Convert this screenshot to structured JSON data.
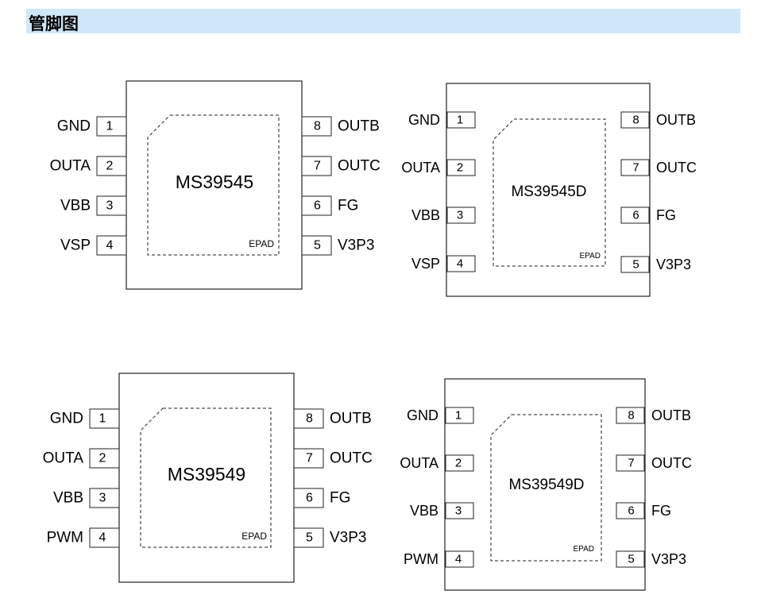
{
  "header": {
    "title": "管脚图"
  },
  "packages": [
    {
      "chip": "MS39545",
      "epad": "EPAD",
      "pins": [
        {
          "num": "1",
          "name": "GND"
        },
        {
          "num": "2",
          "name": "OUTA"
        },
        {
          "num": "3",
          "name": "VBB"
        },
        {
          "num": "4",
          "name": "VSP"
        },
        {
          "num": "5",
          "name": "V3P3"
        },
        {
          "num": "6",
          "name": "FG"
        },
        {
          "num": "7",
          "name": "OUTC"
        },
        {
          "num": "8",
          "name": "OUTB"
        }
      ]
    },
    {
      "chip": "MS39545D",
      "epad": "EPAD",
      "pins": [
        {
          "num": "1",
          "name": "GND"
        },
        {
          "num": "2",
          "name": "OUTA"
        },
        {
          "num": "3",
          "name": "VBB"
        },
        {
          "num": "4",
          "name": "VSP"
        },
        {
          "num": "5",
          "name": "V3P3"
        },
        {
          "num": "6",
          "name": "FG"
        },
        {
          "num": "7",
          "name": "OUTC"
        },
        {
          "num": "8",
          "name": "OUTB"
        }
      ]
    },
    {
      "chip": "MS39549",
      "epad": "EPAD",
      "pins": [
        {
          "num": "1",
          "name": "GND"
        },
        {
          "num": "2",
          "name": "OUTA"
        },
        {
          "num": "3",
          "name": "VBB"
        },
        {
          "num": "4",
          "name": "PWM"
        },
        {
          "num": "5",
          "name": "V3P3"
        },
        {
          "num": "6",
          "name": "FG"
        },
        {
          "num": "7",
          "name": "OUTC"
        },
        {
          "num": "8",
          "name": "OUTB"
        }
      ]
    },
    {
      "chip": "MS39549D",
      "epad": "EPAD",
      "pins": [
        {
          "num": "1",
          "name": "GND"
        },
        {
          "num": "2",
          "name": "OUTA"
        },
        {
          "num": "3",
          "name": "VBB"
        },
        {
          "num": "4",
          "name": "PWM"
        },
        {
          "num": "5",
          "name": "V3P3"
        },
        {
          "num": "6",
          "name": "FG"
        },
        {
          "num": "7",
          "name": "OUTC"
        },
        {
          "num": "8",
          "name": "OUTB"
        }
      ]
    }
  ]
}
